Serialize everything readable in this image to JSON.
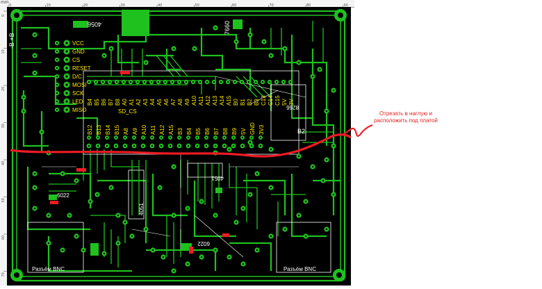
{
  "ruler": {
    "unit": "mm",
    "top_ticks": [
      "0",
      "10",
      "20",
      "30",
      "40",
      "50",
      "60",
      "70",
      "80",
      "90"
    ],
    "left_ticks": [
      "0",
      "10",
      "20",
      "30",
      "40",
      "50",
      "60",
      "70"
    ]
  },
  "board": {
    "side_label": "-B +B",
    "chips": {
      "u1": "4056",
      "u2": "7660",
      "u3": "8266",
      "u4": "4051",
      "u5": "4051",
      "u6": "6022",
      "u7": "6022"
    },
    "antenna_label": "B2",
    "connector_pins": [
      "VCC",
      "GND",
      "CS",
      "RESET",
      "D/C",
      "MOSI",
      "SCK",
      "LED",
      "MISO"
    ],
    "sd_label": "SD_CS",
    "top_pin_labels": [
      "B4",
      "B5",
      "B6",
      "B7",
      "B8",
      "A0",
      "A1",
      "A2",
      "A3",
      "A4",
      "A5",
      "A6",
      "A7",
      "A8",
      "A9",
      "A10",
      "A11",
      "A12",
      "A13",
      "A14",
      "A15",
      "B0",
      "B1",
      "B2",
      "B3",
      "C13",
      "C14",
      "C15",
      "5V",
      "3V"
    ],
    "bottom_pin_labels": [
      "B12",
      "B13",
      "B14",
      "B15",
      "A8",
      "A9",
      "A10",
      "A11",
      "A12",
      "A15",
      "B3",
      "B4",
      "B5",
      "B6",
      "B7",
      "B8",
      "B9",
      "5V",
      "GND",
      "3V3"
    ],
    "bnc_left": "Разъём BNC",
    "bnc_right": "Разъём BNC"
  },
  "annotation": {
    "text": "Отрезать в наглую и расположить под платой"
  },
  "colors": {
    "board": "#000000",
    "copper": "#1fc11f",
    "cut_line": "#ee1b24",
    "silkscreen": "#ffffff",
    "labels": "#ffe900"
  }
}
